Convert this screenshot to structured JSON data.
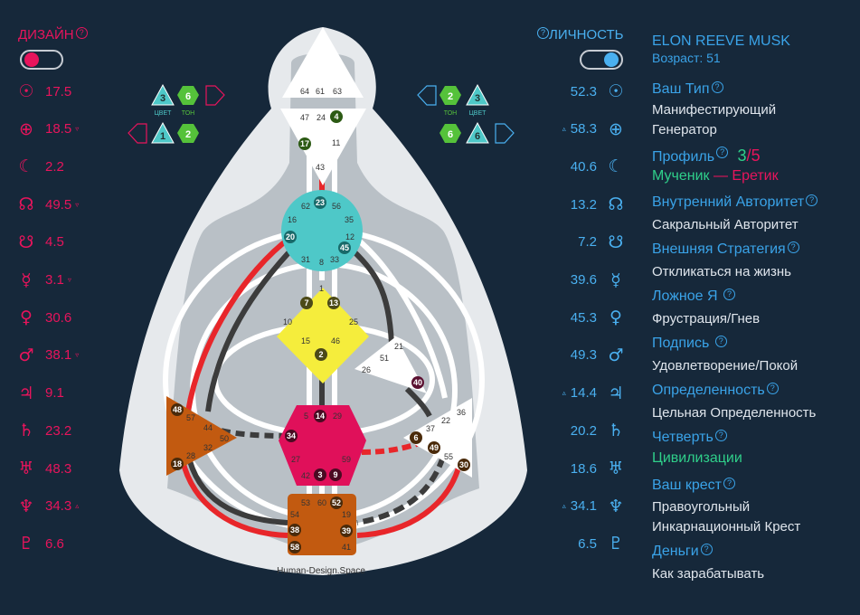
{
  "design": {
    "title": "ДИЗАЙН",
    "toggle_on": true,
    "planets": [
      {
        "icon": "sun-icon",
        "glyph": "☉",
        "value": "17.5",
        "mark": ""
      },
      {
        "icon": "earth-icon",
        "glyph": "⊕",
        "value": "18.5",
        "mark": "▿"
      },
      {
        "icon": "moon-icon",
        "glyph": "☾",
        "value": "2.2",
        "mark": ""
      },
      {
        "icon": "north-node-icon",
        "glyph": "☊",
        "value": "49.5",
        "mark": "▿"
      },
      {
        "icon": "south-node-icon",
        "glyph": "☋",
        "value": "4.5",
        "mark": ""
      },
      {
        "icon": "mercury-icon",
        "glyph": "☿",
        "value": "3.1",
        "mark": "▿"
      },
      {
        "icon": "venus-icon",
        "glyph": "♀",
        "value": "30.6",
        "mark": ""
      },
      {
        "icon": "mars-icon",
        "glyph": "♂",
        "value": "38.1",
        "mark": "▿"
      },
      {
        "icon": "jupiter-icon",
        "glyph": "♃",
        "value": "9.1",
        "mark": ""
      },
      {
        "icon": "saturn-icon",
        "glyph": "♄",
        "value": "23.2",
        "mark": ""
      },
      {
        "icon": "uranus-icon",
        "glyph": "♅",
        "value": "48.3",
        "mark": ""
      },
      {
        "icon": "neptune-icon",
        "glyph": "♆",
        "value": "34.3",
        "mark": "▵"
      },
      {
        "icon": "pluto-icon",
        "glyph": "♇",
        "value": "6.6",
        "mark": ""
      }
    ],
    "variables": {
      "color_label": "ЦВЕТ",
      "tone_label": "ТОН",
      "top_color": "3",
      "top_tone": "6",
      "bottom_color": "1",
      "bottom_tone": "2"
    }
  },
  "personality": {
    "title": "ЛИЧНОСТЬ",
    "toggle_on": true,
    "planets": [
      {
        "icon": "sun-icon",
        "glyph": "☉",
        "value": "52.3",
        "mark": ""
      },
      {
        "icon": "earth-icon",
        "glyph": "⊕",
        "value": "58.3",
        "mark": "▵"
      },
      {
        "icon": "moon-icon",
        "glyph": "☾",
        "value": "40.6",
        "mark": ""
      },
      {
        "icon": "north-node-icon",
        "glyph": "☊",
        "value": "13.2",
        "mark": ""
      },
      {
        "icon": "south-node-icon",
        "glyph": "☋",
        "value": "7.2",
        "mark": ""
      },
      {
        "icon": "mercury-icon",
        "glyph": "☿",
        "value": "39.6",
        "mark": ""
      },
      {
        "icon": "venus-icon",
        "glyph": "♀",
        "value": "45.3",
        "mark": ""
      },
      {
        "icon": "mars-icon",
        "glyph": "♂",
        "value": "49.3",
        "mark": ""
      },
      {
        "icon": "jupiter-icon",
        "glyph": "♃",
        "value": "14.4",
        "mark": "▵"
      },
      {
        "icon": "saturn-icon",
        "glyph": "♄",
        "value": "20.2",
        "mark": ""
      },
      {
        "icon": "uranus-icon",
        "glyph": "♅",
        "value": "18.6",
        "mark": ""
      },
      {
        "icon": "neptune-icon",
        "glyph": "♆",
        "value": "34.1",
        "mark": "▵"
      },
      {
        "icon": "pluto-icon",
        "glyph": "♇",
        "value": "6.5",
        "mark": ""
      }
    ],
    "variables": {
      "color_label": "ЦВЕТ",
      "tone_label": "ТОН",
      "top_tone": "2",
      "top_color": "3",
      "bottom_tone": "6",
      "bottom_color": "6"
    }
  },
  "profile": {
    "name": "ELON REEVE MUSK",
    "age": "Возраст: 51",
    "type_label": "Ваш Тип",
    "type_value_1": "Манифестирующий",
    "type_value_2": "Генератор",
    "profile_label": "Профиль",
    "profile_num_1": "3",
    "profile_slash": "/",
    "profile_num_2": "5",
    "profile_role_1": "Мученик",
    "profile_dash": " — ",
    "profile_role_2": "Еретик",
    "authority_label": "Внутренний Авторитет",
    "authority_value": "Сакральный Авторитет",
    "strategy_label": "Внешняя Стратегия",
    "strategy_value": "Откликаться на жизнь",
    "notself_label": "Ложное Я",
    "notself_value": "Фрустрация/Гнев",
    "signature_label": "Подпись",
    "signature_value": "Удовлетворение/Покой",
    "definition_label": "Определенность",
    "definition_value": "Цельная Определенность",
    "quarter_label": "Четверть",
    "quarter_value": "Цивилизации",
    "cross_label": "Ваш крест",
    "cross_value_1": "Правоугольный",
    "cross_value_2": "Инкарнационный Крест",
    "money_label": "Деньги",
    "money_value": "Как зарабатывать"
  },
  "chart": {
    "watermark": "Human-Design.Space",
    "colors": {
      "design": "#e8145c",
      "personality": "#4ab0f0",
      "throat": "#4ec8c8",
      "g": "#f5ed3c",
      "sacral": "#e0105a",
      "root_spleen": "#c25a10",
      "channel_design": "#e8262a",
      "channel_personality": "#3c3c3c"
    },
    "gates": {
      "head": [
        "64",
        "61",
        "63"
      ],
      "ajna": [
        "47",
        "24",
        "4",
        "17",
        "11",
        "43"
      ],
      "throat": [
        "62",
        "23",
        "56",
        "16",
        "35",
        "20",
        "12",
        "45",
        "31",
        "8",
        "33"
      ],
      "g": [
        "1",
        "7",
        "13",
        "10",
        "25",
        "15",
        "46",
        "2"
      ],
      "ego": [
        "21",
        "51",
        "26",
        "40"
      ],
      "sacral": [
        "5",
        "14",
        "29",
        "34",
        "27",
        "59",
        "42",
        "3",
        "9"
      ],
      "solar": [
        "36",
        "22",
        "37",
        "6",
        "49",
        "55",
        "30"
      ],
      "spleen": [
        "48",
        "57",
        "44",
        "50",
        "32",
        "28",
        "18"
      ],
      "root": [
        "53",
        "60",
        "52",
        "54",
        "19",
        "38",
        "39",
        "58",
        "41"
      ]
    }
  }
}
